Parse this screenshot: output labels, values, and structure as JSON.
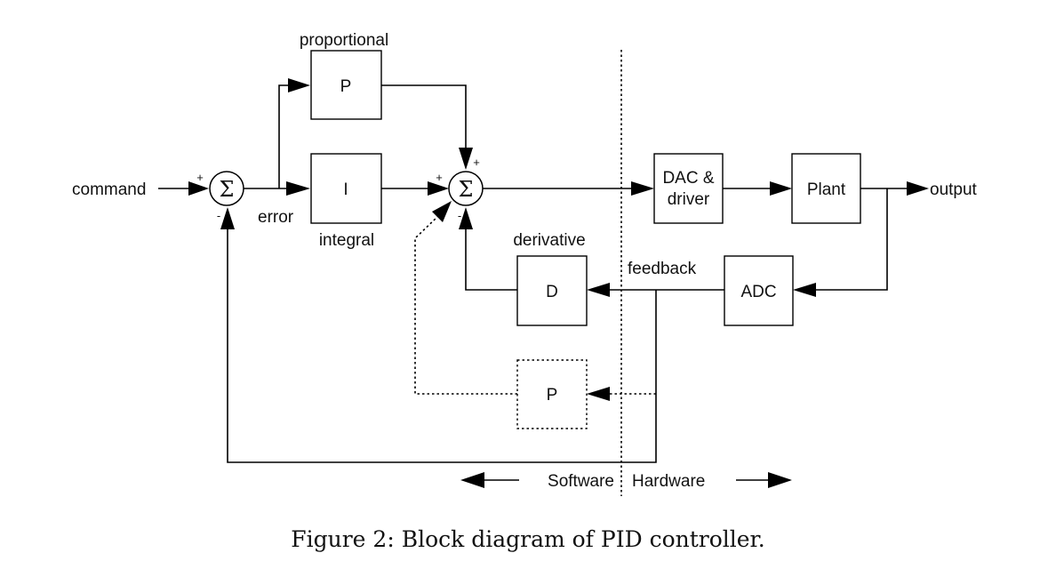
{
  "diagram": {
    "labels": {
      "command": "command",
      "error": "error",
      "output": "output",
      "feedback": "feedback",
      "proportional": "proportional",
      "integral": "integral",
      "derivative": "derivative",
      "software": "Software",
      "hardware": "Hardware"
    },
    "blocks": {
      "p": "P",
      "i": "I",
      "d": "D",
      "p_alt": "P",
      "dac_line1": "DAC &",
      "dac_line2": "driver",
      "plant": "Plant",
      "adc": "ADC"
    },
    "summers": {
      "symbol": "Σ",
      "plus": "+",
      "minus": "-"
    }
  },
  "caption": "Figure 2: Block diagram of PID controller."
}
